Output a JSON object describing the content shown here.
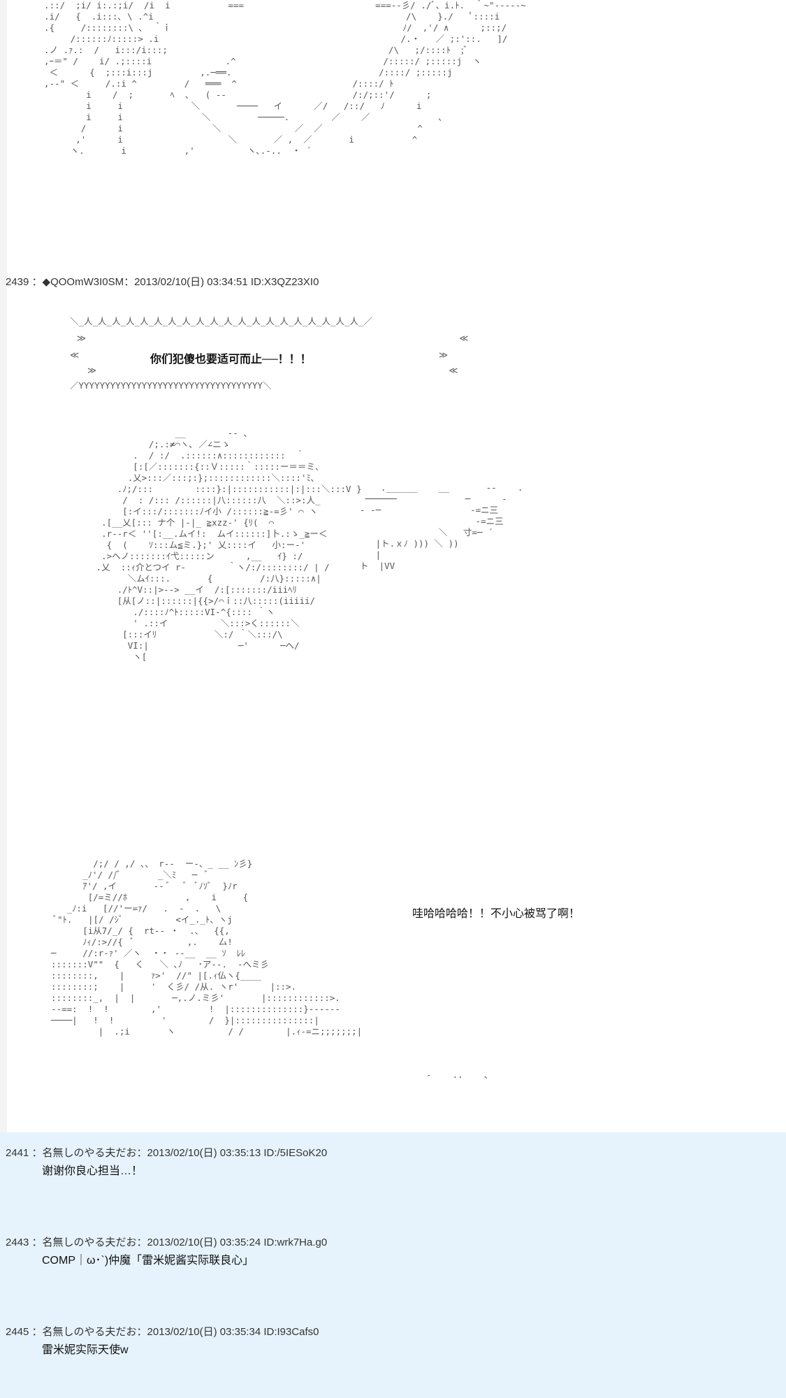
{
  "art_top": "  .::/  ;i/ i:.:;i/  /i  i           ===                         ===--彡/ ./ﾞ、i.ﾄ.  ｀~\"----‐~\n  .i/   {  .i:::､ \\ .^i                                                /\\    }./   ﾟ::::i\n  .{     /::::::::\\ ､  ｀ｉ                                            ﾉ/  ,'/ ∧      ;::;/\n       /::::::ﾉ:::::> .i                                              /.・   ／ ;:'::.   ]/\n  .ノ .ｧ.:  /   i:::/i:::;                                          /\\   ;/::::ﾄ  ;ﾞ\n  ,ｰ＝\" /    i/ .;::::i              .^                            /:::::/ ;:::::j  ヽ\n   ＜      {  ;:::i:::j         ,.─══.                            /::::/ ;:::::j\n  ,-‐\" ＜     /.:i ^         /   ═══  ^                      /::::/ ﾄ\n          i    /  ;       ﾍ  ､   ( ‐-                        /:/;::'/      ;\n          i     i             ＼       ────   イ      ／/   /::/   ﾉ      i\n          i     i               ＼         ─────.        ／    ／             ､\n         /      i                 ＼              ／  ／                  ^\n        ,'      i                    ＼       ／ ,  ／       i           ^\n       ヽ.       i           ,'          ヽ､.-..  ・ ´",
  "post_2439": {
    "header": "2439 ：◆QOOmW3I0SM：2013/02/10(日) 03:34:51 ID:X3QZ23XI0",
    "shout": "你们犯傻也要适可而止──！！！",
    "frame_top": "＼_人_人_人_人_人_人_人_人_人_人_人_人_人_人_人_人_人_人_人_人_／",
    "frame_l1": "≫                                                                       ≪",
    "frame_l2l": "≪",
    "frame_l2r": "≫",
    "frame_l3": "  ≫                                                                   ≪",
    "frame_bot": "／YYYYYYYYYYYYYYYYYYYYYYYYYYYYYYYYYYY＼",
    "art_mid": "                    __        -- 、\n               /;.:≠⌒ヽ､ ／∠ニゝ\n            .  / :/  .::::::∧::::::::::::  ｀ \n            [:[／:::::::{::Ｖ:::::｀:::::ー＝＝ミ、\n           .乂>:::／:::;:};::::::::::::＼::::'ﾐ､\n         .ﾉ;/:::        ::::}:|:::::::::::|:|:::＼:::V }\n          /  : /::: /::::::|八::::::八  ＼::>:人_\n          [:イ:::/:::::::ﾉイ小 /::::::≧-=彡' ⌒ ヽ\n      .[__乂[::: ナ个 |-|_ ≧xzz-' {ﾘ(  ⌒\n      .r--r＜ ''[:__.ムイ!:  ムイ::::::]卜.:ゝ_≧ー＜\n       {  (    ｿ:::ム≦ミ.};' 乂::::イ   小:ー‐'\n      .>へノ:::::::ｲ弋:::::ン      ,__   ｲ} :/\n     .乂  ::ｨ介とつイ r‐        ｀ヽ/:/::::::::/ | /\n           ＼ムｲ:::.       {         /:八}:::::∧|\n         ./ﾄ^V::|>--> __イ  /:[:::::::/iiiﾍﾘ\n         [从[ノ::|::::::|{{>/⌒ｉ::八:::::(iiiii/\n            ./::::ﾉ^ﾄ:::::VI-^{:::: ｀ヽ\n            ' .::イ          ＼:::>く::::::＼\n          [:::イﾘ           ＼:/ ｀＼:::/\\\n           VI:|                 ─'      ─へ/\n            ヽ[",
    "speedlines": "      .______    __       -‐    .\n   ──────             ─      ‐\n  ‐ ‐─                 ‐=ニ三\n                        ‐=ニ三\n                 ＼   寸=─ ´\n     |ト.ｘﾉ ))) ＼ ))\n     |\n  ト  |VV",
    "art_low": "          /;/ / ,/ 、、 r‐-  ー-、_ __ ﾝ彡}\n        _ﾉ'/ //ﾞ       _＼ﾐ   ─  ﾞ\n        ｱ'/ ,イ       ‐‐ ﾞ   ﾞ  ﾞﾉｿﾞ  }ﾉr\n         [/=ミ//ﾎ           ,    i     {\n     _ﾉ:i   [//'ー=ｧ/   .  -  .   \\\n   ﾞ\"ﾄ.   |[/ /ｼﾞ          <イ_._ﾄ、ヽj\n        [i从7/_/ {  rt‐- ・  .、  {{,\n        ﾉｨ/:>//{  ﾞ          ,.    厶!\n  ─     //:r‐ｧ' ／ヽ  ・・ ‐-__  __ ｿ  ﾚﾚ\n  :::::::V\"\"  {   く   ＼ ､ﾉ   ･ア‐‐.  ‐へミ彡\n  ::::::::,    |     ｧ>'  //\" |[.ｨ仏ヽ{____\n  ::::::::;    |     '  く彡/ /从. ヽr'      |::>.\n  ::::::::_,  |  |       ─,.ノ.ミ彡'       |::::::::::::>.\n  --==:  !  !        ,'         !  |::::::::::::::}‐‐‐‐‐‐\n  ────|   !  !         '        /  }|:::::::::::::::|\n           |  .;i       ヽ          / /        |.ｨ-=ニ;;;;;;;|",
    "laugh": "哇哈哈哈哈！！不小心被骂了啊！",
    "dots": "‐    ..    、"
  },
  "replies": [
    {
      "header": "2441 ：名無しのやる夫だお：2013/02/10(日) 03:35:13 ID:/5IESoK20",
      "body": "谢谢你良心担当…！"
    },
    {
      "header": "2443 ：名無しのやる夫だお：2013/02/10(日) 03:35:24 ID:wrk7Ha.g0",
      "body": "COMP｜ω･`)仲魔「雷米妮酱实际联良心」"
    },
    {
      "header": "2445 ：名無しのやる夫だお：2013/02/10(日) 03:35:34 ID:I93Cafs0",
      "body": "雷米妮实际天使w"
    }
  ]
}
